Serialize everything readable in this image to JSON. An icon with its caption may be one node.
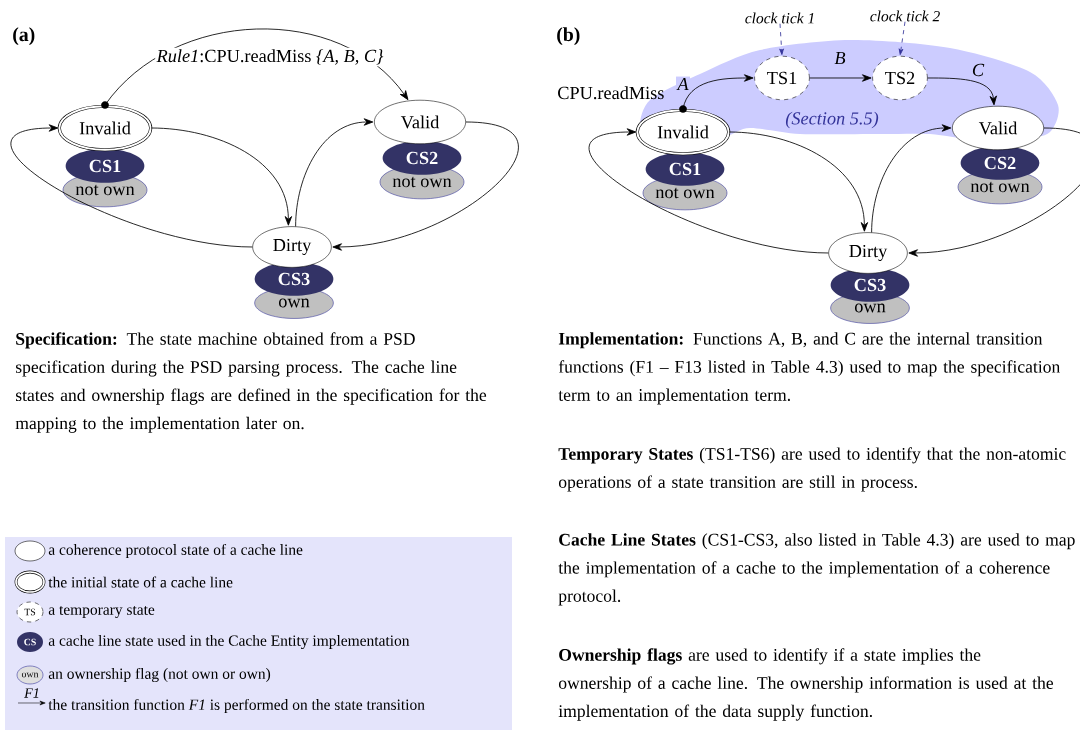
{
  "diagram": {
    "nodes": [
      {
        "text": [
          "Invalid"
        ]
      },
      {
        "text": [
          "CS1"
        ]
      },
      {
        "text": [
          "not own"
        ]
      },
      {
        "text": [
          "Valid"
        ]
      },
      {
        "text": [
          "CS2"
        ]
      },
      {
        "text": [
          "not own"
        ]
      },
      {
        "text": [
          "Dirty"
        ]
      },
      {
        "text": [
          "CS3"
        ]
      },
      {
        "text": [
          "own"
        ]
      },
      {
        "text": [
          "clock tick 1"
        ]
      },
      {
        "text": [
          "clock tick 2"
        ]
      },
      {
        "text": [
          "(Section  5.5)"
        ]
      },
      {
        "text": [
          "TS1"
        ],
        "in": 11
      },
      {
        "text": [
          "TS2"
        ],
        "in": 11
      },
      {
        "text": [
          "Invalid"
        ]
      },
      {
        "text": [
          "CS1"
        ]
      },
      {
        "text": [
          "not own"
        ]
      },
      {
        "text": [
          "Valid"
        ]
      },
      {
        "text": [
          "CS2"
        ]
      },
      {
        "text": [
          "not own"
        ]
      },
      {
        "text": [
          "Dirty"
        ]
      },
      {
        "text": [
          "CS3"
        ]
      },
      {
        "text": [
          "own"
        ]
      },
      {
        "text": [],
        "shape": "circle"
      },
      {
        "text": [],
        "shape": "circle",
        "in": 11
      }
    ],
    "edges": [
      {
        "from": 23,
        "to": 3,
        "arrow": "to",
        "label": "*Rule1*:CPU.readMiss *{A, B, C}*"
      },
      {
        "from": 0,
        "to": 6,
        "arrow": "to"
      },
      {
        "from": 6,
        "to": 3,
        "arrow": "to"
      },
      {
        "from": 3,
        "to": 6,
        "arrow": "to"
      },
      {
        "from": 6,
        "to": 0,
        "arrow": "to"
      },
      {
        "from": 24,
        "to": 12,
        "arrow": "to",
        "label": "A"
      },
      {
        "from": 12,
        "to": 13,
        "arrow": "to",
        "label": "B"
      },
      {
        "from": 13,
        "to": 17,
        "arrow": "to",
        "label": "C"
      },
      {
        "from": 14,
        "to": 20,
        "arrow": "to"
      },
      {
        "from": 20,
        "to": 17,
        "arrow": "to"
      },
      {
        "from": 17,
        "to": 20,
        "arrow": "to"
      },
      {
        "from": 20,
        "to": 14,
        "arrow": "to"
      },
      {
        "from": 9,
        "to": 12,
        "arrow": "to",
        "style": "dashed",
        "color": "#333399"
      },
      {
        "from": 10,
        "to": 13,
        "arrow": "to",
        "style": "dashed",
        "color": "#333399"
      }
    ],
    "labels": [
      "(a)",
      "(b)",
      "CPU.readMiss",
      "**Specification:** The state machine obtained from a PSD specification during the PSD parsing process. The cache line states and ownership flags are defined in the specification for the mapping to the implementation later on.",
      "**Implementation:** Functions A, B, and C are the internal transition functions (F1 – F13 listed in Table 4.3) used to map the specification term to an implementation term.",
      "**Temporary States** (TS1-TS6) are used to identify that the non-atomic operations of a state transition are still in process.",
      "**Cache Line States** (CS1-CS3, also listed in Table 4.3) are used to map the implementation of a cache to the implementation of a coherence protocol.",
      "**Ownership flags** are used to identify if a state implies the ownership of a cache line. The ownership information is used at the implementation of the data supply function.",
      "TS",
      "CS",
      "own",
      "F1"
    ],
    "legend": [
      {
        "text": "a coherence protocol state of a cache line"
      },
      {
        "text": "the initial state of a cache line"
      },
      {
        "text": "a temporary state"
      },
      {
        "text": "a cache line state used in the Cache Entity implementation"
      },
      {
        "text": "an ownership flag (not own or own)"
      },
      {
        "text": "the transition function *F1* is performed on the state transition"
      }
    ]
  }
}
